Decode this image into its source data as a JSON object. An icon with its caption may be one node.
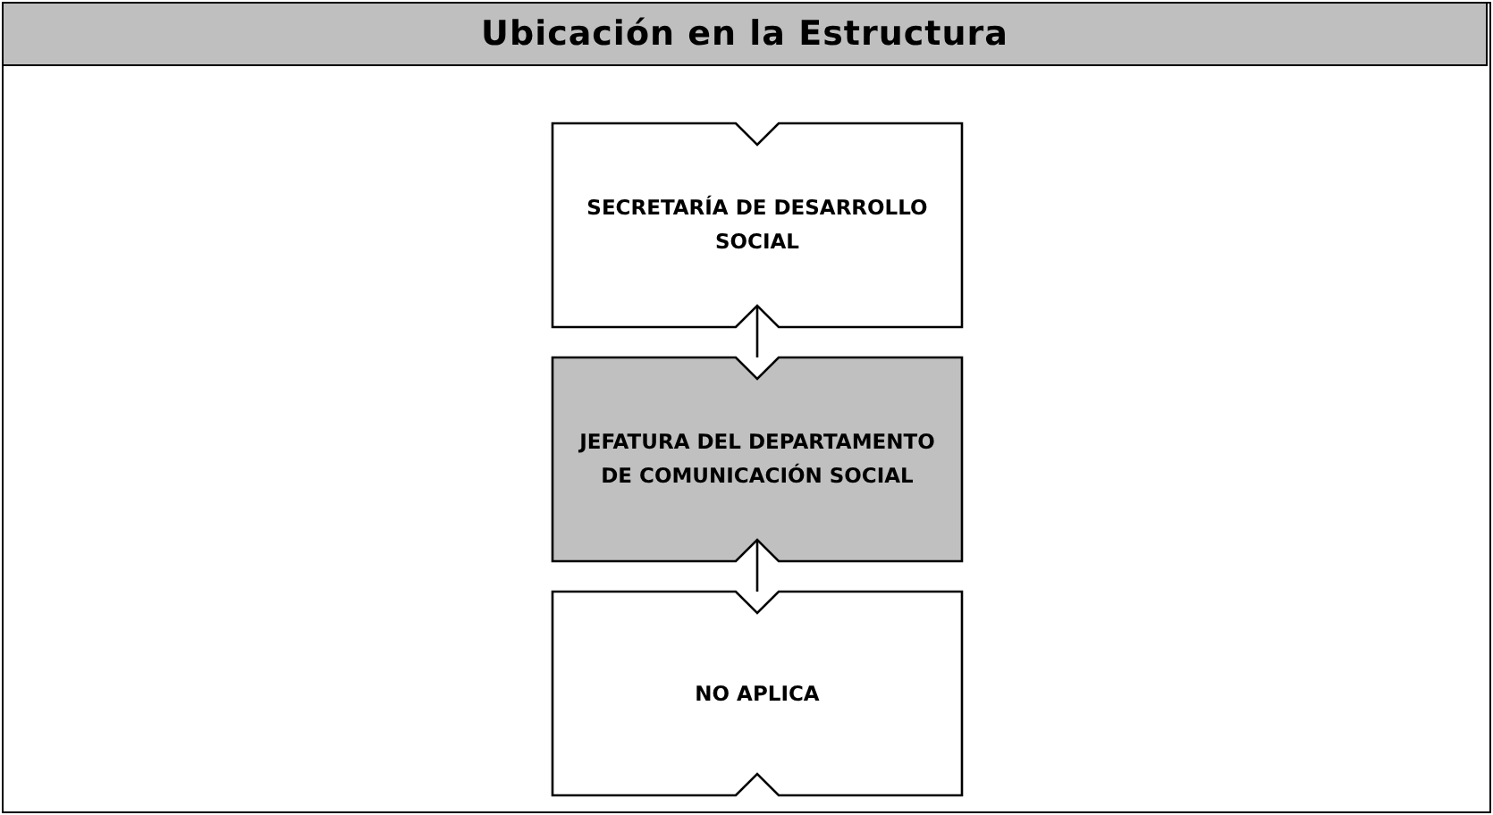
{
  "diagram": {
    "title": "Ubicación en la Estructura",
    "nodes": [
      {
        "text": [
          "SECRETARÍA DE DESARROLLO SOCIAL"
        ]
      },
      {
        "text": [
          "JEFATURA DEL DEPARTAMENTO DE COMUNICACIÓN SOCIAL"
        ]
      },
      {
        "text": [
          "NO APLICA"
        ]
      }
    ],
    "edges": [
      {
        "from": 0,
        "to": 1,
        "arrow": "none"
      },
      {
        "from": 1,
        "to": 2,
        "arrow": "none"
      }
    ]
  }
}
